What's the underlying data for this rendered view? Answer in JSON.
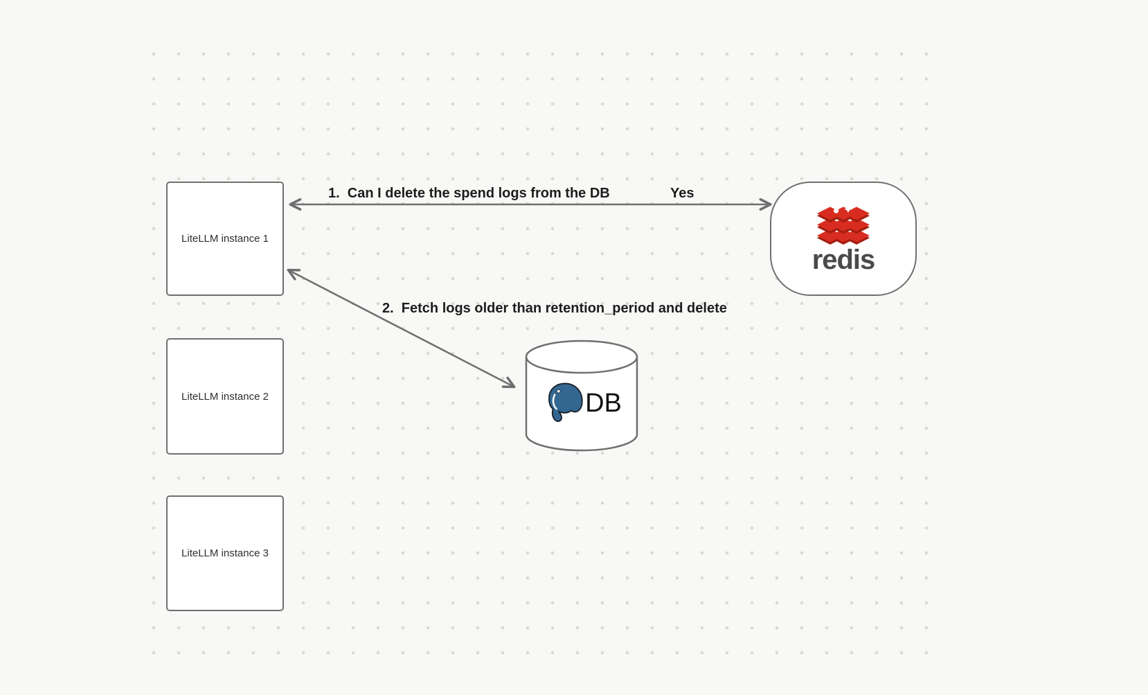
{
  "nodes": {
    "instance1": {
      "label": "LiteLLM instance 1"
    },
    "instance2": {
      "label": "LiteLLM instance 2"
    },
    "instance3": {
      "label": "LiteLLM instance 3"
    },
    "redis": {
      "label": "redis"
    },
    "db": {
      "label": "DB"
    }
  },
  "edges": {
    "instance1_redis": {
      "question": "1.  Can I delete the spend logs from the DB",
      "answer": "Yes"
    },
    "instance1_db": {
      "label": "2.  Fetch logs older than retention_period and delete"
    }
  },
  "icons": {
    "redis_logo": "redis-stack-icon",
    "postgres_logo": "postgresql-elephant-icon"
  },
  "colors": {
    "background": "#f8f8f6",
    "grid_dot": "#d9d9d6",
    "node_border": "#6f6f6f",
    "arrow": "#6f6f6f",
    "edge_label_text": "#1d1d1d",
    "node_label_text": "#2e2e2e",
    "redis_red": "#d82c20",
    "redis_dark_red": "#a41e11",
    "redis_wordmark_gray": "#4a4a4a",
    "postgres_blue": "#336791"
  }
}
